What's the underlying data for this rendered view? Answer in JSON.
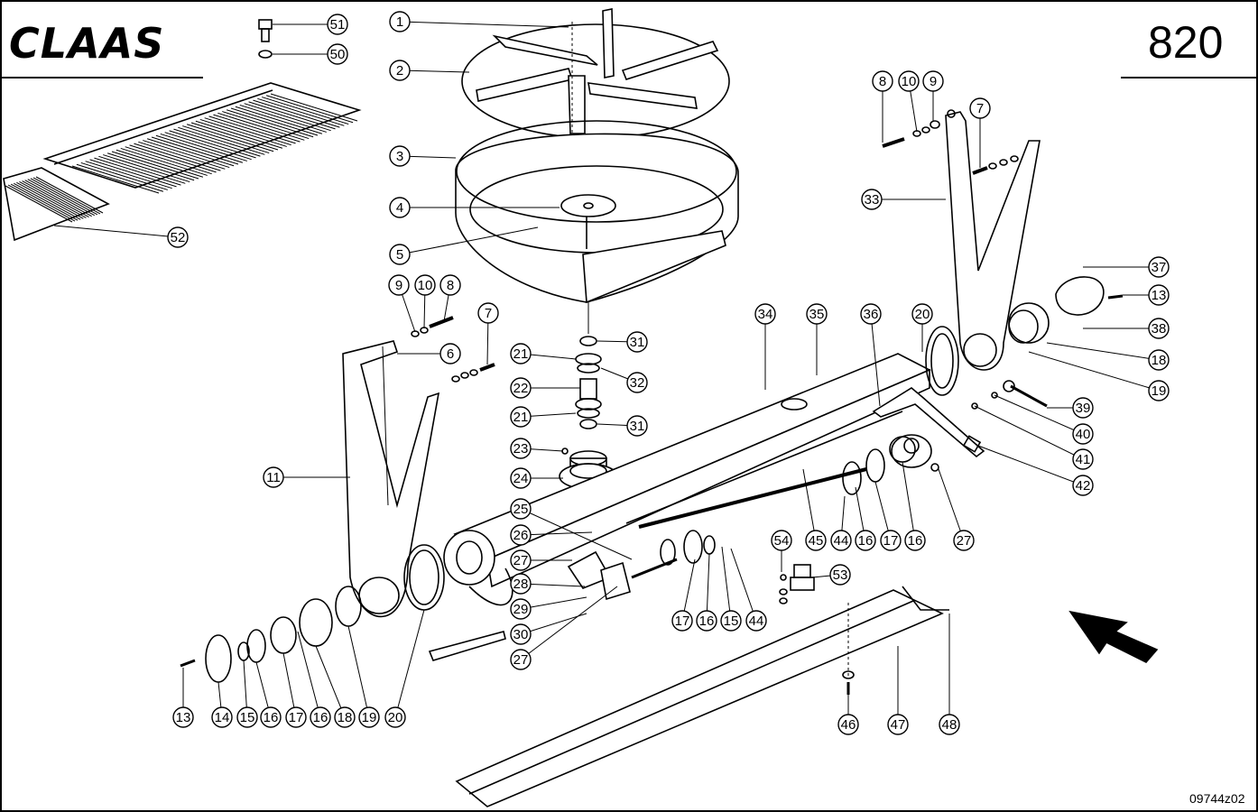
{
  "header": {
    "brand": "CLAAS",
    "page_number": "820"
  },
  "footer": {
    "drawing_ref": "09744z02"
  },
  "callouts": [
    {
      "id": "c1",
      "num": "1"
    },
    {
      "id": "c2",
      "num": "2"
    },
    {
      "id": "c3",
      "num": "3"
    },
    {
      "id": "c4",
      "num": "4"
    },
    {
      "id": "c5",
      "num": "5"
    },
    {
      "id": "c51",
      "num": "51"
    },
    {
      "id": "c50",
      "num": "50"
    },
    {
      "id": "c52",
      "num": "52"
    },
    {
      "id": "c9a",
      "num": "9"
    },
    {
      "id": "c10a",
      "num": "10"
    },
    {
      "id": "c8a",
      "num": "8"
    },
    {
      "id": "c7a",
      "num": "7"
    },
    {
      "id": "c6",
      "num": "6"
    },
    {
      "id": "c11",
      "num": "11"
    },
    {
      "id": "c31a",
      "num": "31"
    },
    {
      "id": "c21a",
      "num": "21"
    },
    {
      "id": "c32",
      "num": "32"
    },
    {
      "id": "c22",
      "num": "22"
    },
    {
      "id": "c21b",
      "num": "21"
    },
    {
      "id": "c31b",
      "num": "31"
    },
    {
      "id": "c23",
      "num": "23"
    },
    {
      "id": "c24",
      "num": "24"
    },
    {
      "id": "c25",
      "num": "25"
    },
    {
      "id": "c26",
      "num": "26"
    },
    {
      "id": "c27a",
      "num": "27"
    },
    {
      "id": "c28",
      "num": "28"
    },
    {
      "id": "c29",
      "num": "29"
    },
    {
      "id": "c30",
      "num": "30"
    },
    {
      "id": "c27b",
      "num": "27"
    },
    {
      "id": "c13a",
      "num": "13"
    },
    {
      "id": "c14",
      "num": "14"
    },
    {
      "id": "c15a",
      "num": "15"
    },
    {
      "id": "c16a",
      "num": "16"
    },
    {
      "id": "c17a",
      "num": "17"
    },
    {
      "id": "c16b",
      "num": "16"
    },
    {
      "id": "c18a",
      "num": "18"
    },
    {
      "id": "c19a",
      "num": "19"
    },
    {
      "id": "c20a",
      "num": "20"
    },
    {
      "id": "c34",
      "num": "34"
    },
    {
      "id": "c35",
      "num": "35"
    },
    {
      "id": "c36",
      "num": "36"
    },
    {
      "id": "c20b",
      "num": "20"
    },
    {
      "id": "c8b",
      "num": "8"
    },
    {
      "id": "c10b",
      "num": "10"
    },
    {
      "id": "c9b",
      "num": "9"
    },
    {
      "id": "c7b",
      "num": "7"
    },
    {
      "id": "c33",
      "num": "33"
    },
    {
      "id": "c37",
      "num": "37"
    },
    {
      "id": "c13b",
      "num": "13"
    },
    {
      "id": "c38",
      "num": "38"
    },
    {
      "id": "c18b",
      "num": "18"
    },
    {
      "id": "c19b",
      "num": "19"
    },
    {
      "id": "c39",
      "num": "39"
    },
    {
      "id": "c40",
      "num": "40"
    },
    {
      "id": "c41",
      "num": "41"
    },
    {
      "id": "c42",
      "num": "42"
    },
    {
      "id": "c27c",
      "num": "27"
    },
    {
      "id": "c45",
      "num": "45"
    },
    {
      "id": "c44a",
      "num": "44"
    },
    {
      "id": "c16c",
      "num": "16"
    },
    {
      "id": "c17b",
      "num": "17"
    },
    {
      "id": "c16d",
      "num": "16"
    },
    {
      "id": "c54",
      "num": "54"
    },
    {
      "id": "c53",
      "num": "53"
    },
    {
      "id": "c17c",
      "num": "17"
    },
    {
      "id": "c16e",
      "num": "16"
    },
    {
      "id": "c15b",
      "num": "15"
    },
    {
      "id": "c44b",
      "num": "44"
    },
    {
      "id": "c46",
      "num": "46"
    },
    {
      "id": "c47",
      "num": "47"
    },
    {
      "id": "c48",
      "num": "48"
    }
  ]
}
